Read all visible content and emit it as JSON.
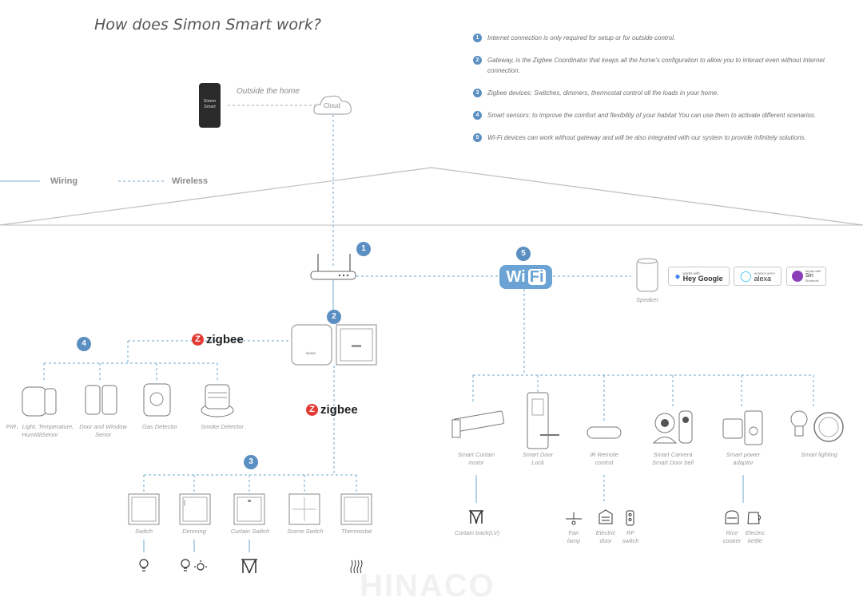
{
  "title": "How does Simon Smart work?",
  "notes": [
    {
      "num": "1",
      "text": "Internet connection is only required for setup or for outside control."
    },
    {
      "num": "2",
      "text": "Gateway, is the Zigbee Coordinator that keeps all the home's configuration to allow you to interact even without Internet connection."
    },
    {
      "num": "3",
      "text": "Zigbee devices: Switches, dimmers, thermostat control oll the loads in your home."
    },
    {
      "num": "4",
      "text": "Smart sensors: to improve the comfort and flexibility of your habitat  You can use them to activate different scenarios."
    },
    {
      "num": "5",
      "text": "Wi-Fi devices can work without gateway and will be also integrated with our system to provide infinitely solutions."
    }
  ],
  "phone": {
    "line1": "Simon",
    "line2": "Smart"
  },
  "outside_label": "Outside the home",
  "cloud_label": "Cloud",
  "legend": {
    "wiring": "Wiring",
    "wireless": "Wireless"
  },
  "badges": {
    "b1": "1",
    "b2": "2",
    "b3": "3",
    "b4": "4",
    "b5": "5"
  },
  "zigbee_text": "zigbee",
  "wifi": {
    "wi": "Wi",
    "fi": "Fi"
  },
  "gateway_text": "simon",
  "speaker_label": "Speaker",
  "assistants": {
    "google_small": "works with",
    "google": "Hey Google",
    "alexa_small": "WORKS WITH",
    "alexa": "alexa",
    "siri_small": "Works with",
    "siri": "Siri",
    "siri_sub": "Shortcuts"
  },
  "sensors": [
    {
      "label": "PIR、Light, Temperature, HumiditSenor"
    },
    {
      "label": "Door and Window Senor"
    },
    {
      "label": "Gas Detector"
    },
    {
      "label": "Smoke Detector"
    }
  ],
  "switches": [
    {
      "label": "Switch"
    },
    {
      "label": "Dimming"
    },
    {
      "label": "Curtain Switch"
    },
    {
      "label": "Scene Switch"
    },
    {
      "label": "Thermostat"
    }
  ],
  "wifi_devices": [
    {
      "label": "Smart Curtain motor"
    },
    {
      "label": "Smart Door Lock"
    },
    {
      "label": "IR Remote control"
    },
    {
      "label": "Smart Camera Smart Door bell"
    },
    {
      "label": "Smart power adaptor"
    },
    {
      "label": "Smart lighting"
    }
  ],
  "sub_devices": {
    "curtain_track": "Curtain track(LV)",
    "fan": "Fan lamp",
    "door": "Electric door",
    "rf": "RF switch",
    "rice": "Rice cooker",
    "kettle": "Electric kettle"
  },
  "watermark": "HINACO",
  "colors": {
    "accent": "#5b8fc2",
    "wifi": "#6aa3d4",
    "zigbee_red": "#e23a34",
    "line": "#6fa8cf"
  }
}
